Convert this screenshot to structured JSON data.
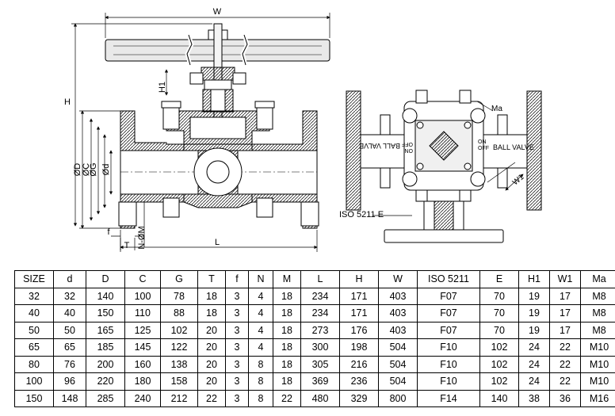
{
  "front_view": {
    "labels": {
      "W": "W",
      "H": "H",
      "H1": "H1",
      "L": "L",
      "D": "ØD",
      "C": "ØC",
      "G": "ØG",
      "d": "Ød",
      "f": "f",
      "T": "T",
      "N_M": "N-ØM"
    }
  },
  "top_view": {
    "labels": {
      "Ma": "Ma",
      "W1": "W1",
      "iso": "ISO 5211 E",
      "ball_valve": "BALL VALVE",
      "on": "ON",
      "off": "OFF"
    }
  },
  "table": {
    "headers": [
      "SIZE",
      "d",
      "D",
      "C",
      "G",
      "T",
      "f",
      "N",
      "M",
      "L",
      "H",
      "W",
      "ISO 5211",
      "E",
      "H1",
      "W1",
      "Ma"
    ],
    "rows": [
      [
        "32",
        "32",
        "140",
        "100",
        "78",
        "18",
        "3",
        "4",
        "18",
        "234",
        "171",
        "403",
        "F07",
        "70",
        "19",
        "17",
        "M8"
      ],
      [
        "40",
        "40",
        "150",
        "110",
        "88",
        "18",
        "3",
        "4",
        "18",
        "234",
        "171",
        "403",
        "F07",
        "70",
        "19",
        "17",
        "M8"
      ],
      [
        "50",
        "50",
        "165",
        "125",
        "102",
        "20",
        "3",
        "4",
        "18",
        "273",
        "176",
        "403",
        "F07",
        "70",
        "19",
        "17",
        "M8"
      ],
      [
        "65",
        "65",
        "185",
        "145",
        "122",
        "20",
        "3",
        "4",
        "18",
        "300",
        "198",
        "504",
        "F10",
        "102",
        "24",
        "22",
        "M10"
      ],
      [
        "80",
        "76",
        "200",
        "160",
        "138",
        "20",
        "3",
        "8",
        "18",
        "305",
        "216",
        "504",
        "F10",
        "102",
        "24",
        "22",
        "M10"
      ],
      [
        "100",
        "96",
        "220",
        "180",
        "158",
        "20",
        "3",
        "8",
        "18",
        "369",
        "236",
        "504",
        "F10",
        "102",
        "24",
        "22",
        "M10"
      ],
      [
        "150",
        "148",
        "285",
        "240",
        "212",
        "22",
        "3",
        "8",
        "22",
        "480",
        "329",
        "800",
        "F14",
        "140",
        "38",
        "36",
        "M16"
      ]
    ]
  }
}
